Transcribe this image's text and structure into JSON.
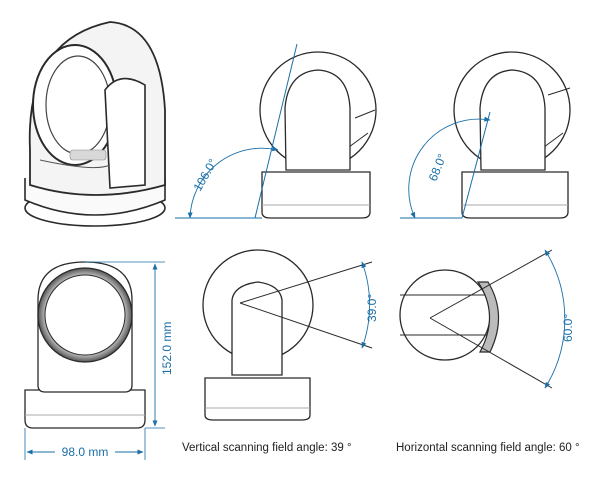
{
  "colors": {
    "dimension": "#1a6fa8",
    "outline": "#2a2a2a",
    "caption": "#222222"
  },
  "dimensions": {
    "height": "152.0 mm",
    "width": "98.0 mm",
    "tilt_back": "106.0°",
    "tilt_front": "68.0°",
    "vertical_angle": "39.0°",
    "horizontal_angle": "60.0°"
  },
  "captions": {
    "vertical": "Vertical scanning field angle: 39 °",
    "horizontal": "Horizontal scanning field angle: 60 °"
  }
}
